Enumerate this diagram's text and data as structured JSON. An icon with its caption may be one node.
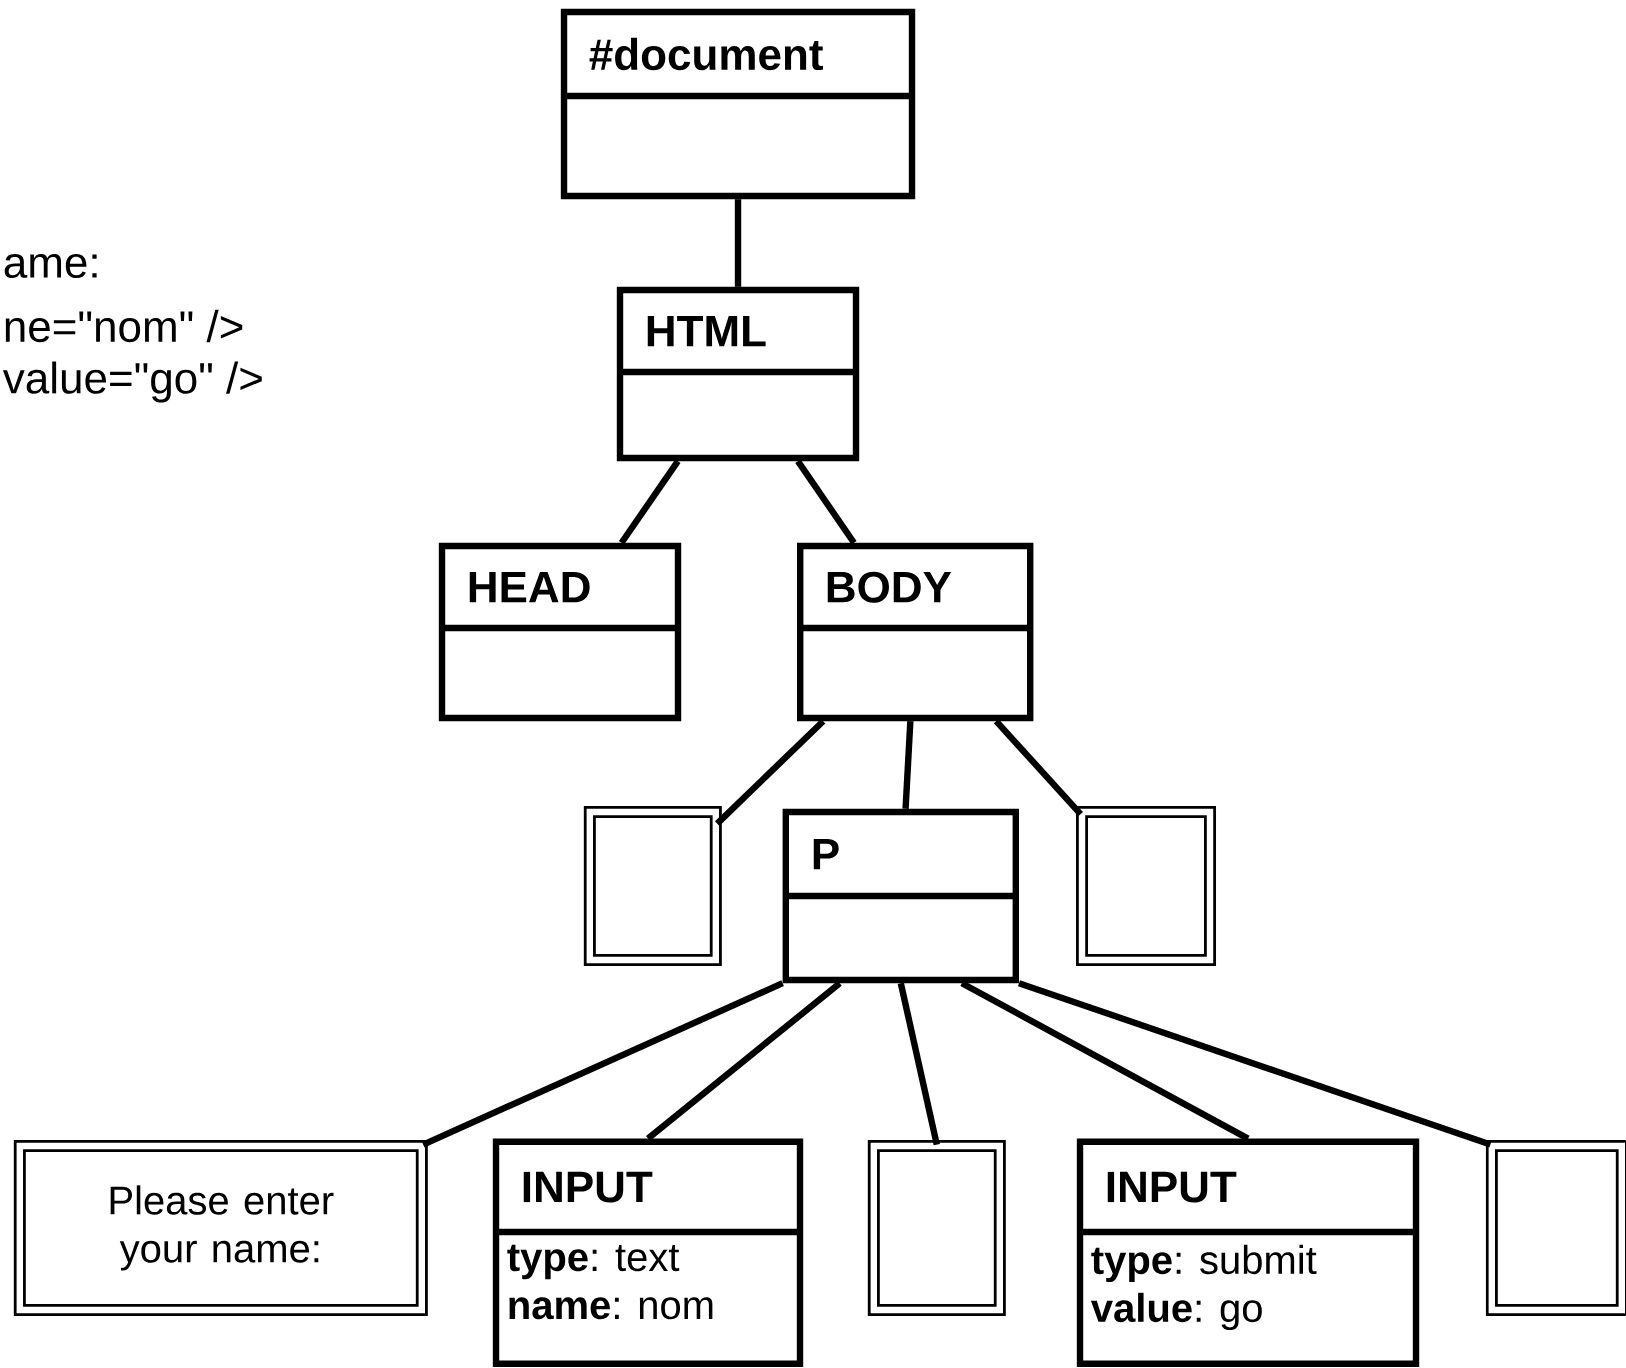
{
  "diagram": {
    "nodes": [
      {
        "text": [
          "#document"
        ]
      },
      {
        "text": [
          "HTML"
        ]
      },
      {
        "text": [
          "HEAD"
        ]
      },
      {
        "text": [
          "BODY"
        ]
      },
      {
        "text": [],
        "shape": "box"
      },
      {
        "text": [
          "P"
        ]
      },
      {
        "text": [],
        "shape": "box"
      },
      {
        "text": [
          "Please enter your name:"
        ]
      },
      {
        "text": [
          "INPUT",
          "**type**: text",
          "**name**: nom"
        ]
      },
      {
        "text": [],
        "shape": "box"
      },
      {
        "text": [
          "INPUT",
          "**type**: submit",
          "**value**: go"
        ]
      },
      {
        "text": [],
        "shape": "box"
      }
    ],
    "edges": [
      {
        "from": 0,
        "to": 1,
        "arrow": "none"
      },
      {
        "from": 1,
        "to": 2,
        "arrow": "none"
      },
      {
        "from": 1,
        "to": 3,
        "arrow": "none"
      },
      {
        "from": 3,
        "to": 4,
        "arrow": "none"
      },
      {
        "from": 3,
        "to": 5,
        "arrow": "none"
      },
      {
        "from": 3,
        "to": 6,
        "arrow": "none"
      },
      {
        "from": 5,
        "to": 7,
        "arrow": "none"
      },
      {
        "from": 5,
        "to": 8,
        "arrow": "none"
      },
      {
        "from": 5,
        "to": 9,
        "arrow": "none"
      },
      {
        "from": 5,
        "to": 10,
        "arrow": "none"
      },
      {
        "from": 5,
        "to": 11,
        "arrow": "none"
      }
    ],
    "labels": [
      "ame:",
      "ne=\"nom\" />",
      "value=\"go\" />"
    ]
  }
}
